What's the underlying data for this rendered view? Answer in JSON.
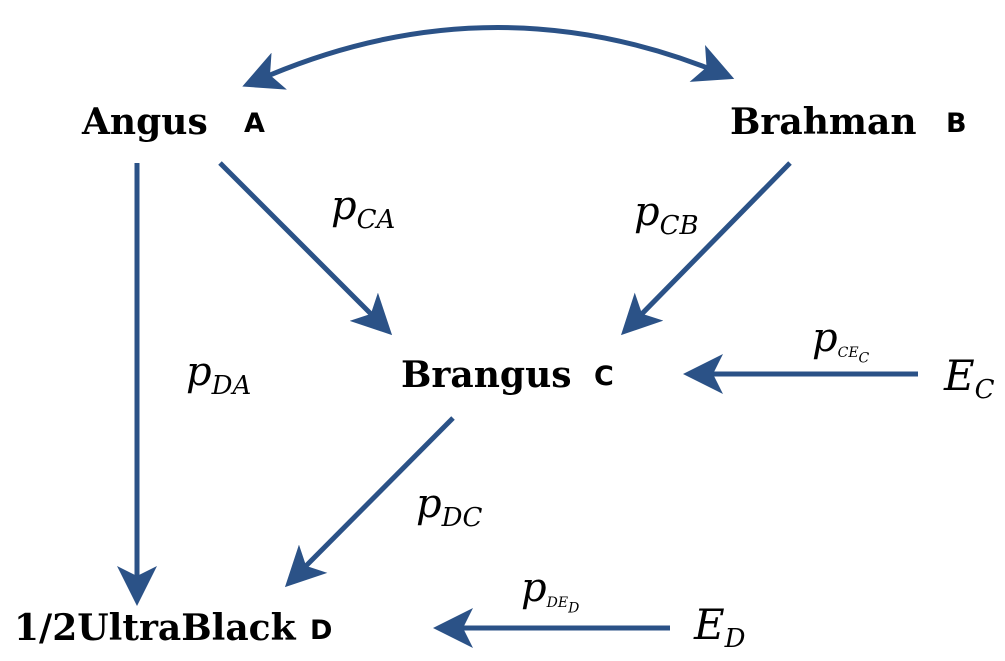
{
  "nodes": {
    "angus": {
      "name": "Angus",
      "letter": "A"
    },
    "brahman": {
      "name": "Brahman",
      "letter": "B"
    },
    "brangus": {
      "name": "Brangus",
      "letter": "C"
    },
    "ultra": {
      "name": "1/2UltraBlack",
      "letter": "D"
    }
  },
  "paths": {
    "ca": {
      "p": "p",
      "sub": "CA"
    },
    "cb": {
      "p": "p",
      "sub": "CB"
    },
    "da": {
      "p": "p",
      "sub": "DA"
    },
    "dc": {
      "p": "p",
      "sub": "DC"
    },
    "cec": {
      "p": "p",
      "sub": "CE",
      "subsub": "C"
    },
    "ded": {
      "p": "p",
      "sub": "DE",
      "subsub": "D"
    }
  },
  "errors": {
    "ec": {
      "e": "E",
      "sub": "C"
    },
    "ed": {
      "e": "E",
      "sub": "D"
    }
  },
  "colors": {
    "arrow": "#2b5287",
    "text": "#000000"
  }
}
